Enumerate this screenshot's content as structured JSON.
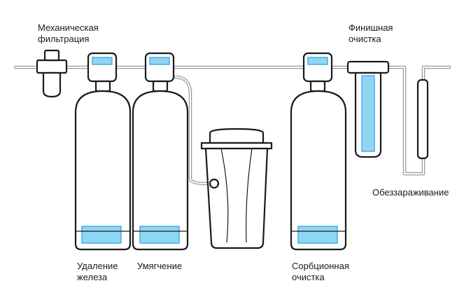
{
  "labels": {
    "mechanical": [
      "Механическая",
      "фильтрация"
    ],
    "finish": [
      "Финишная",
      "очистка"
    ],
    "iron": [
      "Удаление",
      "железа"
    ],
    "softening": [
      "Умягчение"
    ],
    "sorption": [
      "Сорбционная",
      "очистка"
    ],
    "disinfection": [
      "Обеззараживание"
    ]
  },
  "colors": {
    "water_fill": "#8fd6f5",
    "water_stroke": "#3fa9e0",
    "outline": "#1a1a1a",
    "pipe": "#9a9a9a"
  }
}
